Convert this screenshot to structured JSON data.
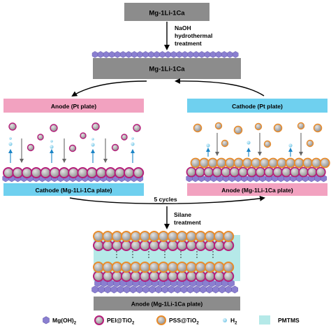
{
  "top_plate": "Mg-1Li-1Ca",
  "step1": {
    "line1": "NaOH",
    "line2": "hydrothermal",
    "line3": "treatment"
  },
  "coated_plate": "Mg-1Li-1Ca",
  "left_counter": "Anode (Pt plate)",
  "right_counter": "Cathode (Pt plate)",
  "left_substrate": "Cathode (Mg-1Li-1Ca plate)",
  "right_substrate": "Anode (Mg-1Li-1Ca plate)",
  "cycles": "5 cycles",
  "step2": {
    "line1": "Silane",
    "line2": "treatment"
  },
  "final_substrate": "Anode (Mg-1Li-1Ca plate)",
  "legend": {
    "mgoh2": {
      "base": "Mg(OH)",
      "sub": "2"
    },
    "pei": {
      "base": "PEI@TiO",
      "sub": "2"
    },
    "pss": {
      "base": "PSS@TiO",
      "sub": "2"
    },
    "h2": {
      "base": "H",
      "sub": "2"
    },
    "pmtms": "PMTMS"
  },
  "colors": {
    "plate_gray": "#8c8c8c",
    "hexagon_purple": "#8a7fd0",
    "pink": "#f2a2c0",
    "light_blue": "#6fd0ef",
    "pei_ring": "#b51e7a",
    "pss_ring": "#e88b2b",
    "particle_core": "#b0b0b0",
    "h2_bubble": "#8fd3ea",
    "pmtms": "#b5e9e8"
  }
}
